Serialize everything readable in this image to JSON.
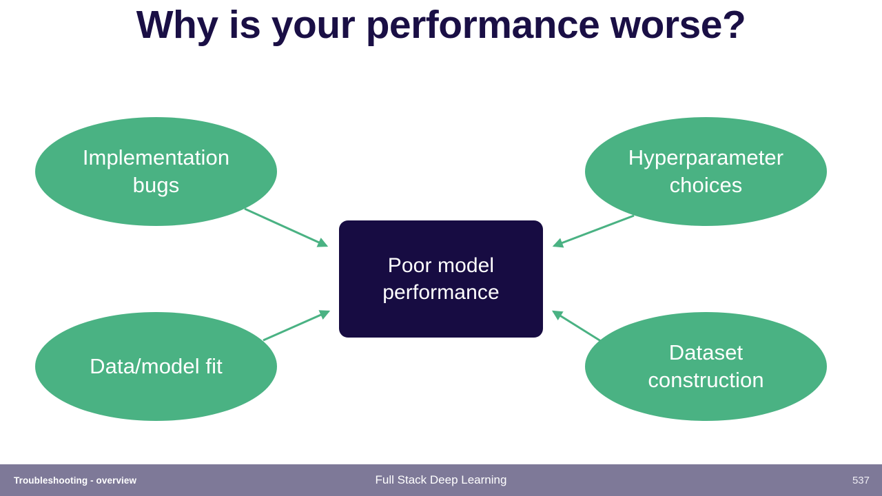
{
  "slide": {
    "title": "Why is your performance worse?",
    "title_color": "#1a0f45",
    "background_color": "#ffffff"
  },
  "diagram": {
    "type": "concept-map",
    "center": {
      "id": "poor-model-performance",
      "label": "Poor model\nperformance",
      "line1": "Poor model",
      "line2": "performance",
      "shape": "rounded-rectangle",
      "fill": "#170c42",
      "text_color": "#ffffff"
    },
    "causes": [
      {
        "id": "implementation-bugs",
        "label": "Implementation\nbugs",
        "line1": "Implementation",
        "line2": "bugs",
        "shape": "ellipse",
        "fill": "#4ab283",
        "text_color": "#ffffff",
        "position": "top-left"
      },
      {
        "id": "hyperparameter-choices",
        "label": "Hyperparameter\nchoices",
        "line1": "Hyperparameter",
        "line2": "choices",
        "shape": "ellipse",
        "fill": "#4ab283",
        "text_color": "#ffffff",
        "position": "top-right"
      },
      {
        "id": "data-model-fit",
        "label": "Data/model fit",
        "line1": "Data/model fit",
        "line2": "",
        "shape": "ellipse",
        "fill": "#4ab283",
        "text_color": "#ffffff",
        "position": "bottom-left"
      },
      {
        "id": "dataset-construction",
        "label": "Dataset\nconstruction",
        "line1": "Dataset",
        "line2": "construction",
        "shape": "ellipse",
        "fill": "#4ab283",
        "text_color": "#ffffff",
        "position": "bottom-right"
      }
    ],
    "arrow_color": "#4ab283",
    "arrows": [
      {
        "from": "implementation-bugs",
        "to": "poor-model-performance"
      },
      {
        "from": "hyperparameter-choices",
        "to": "poor-model-performance"
      },
      {
        "from": "data-model-fit",
        "to": "poor-model-performance"
      },
      {
        "from": "dataset-construction",
        "to": "poor-model-performance"
      }
    ]
  },
  "footer": {
    "section": "Troubleshooting - overview",
    "course": "Full Stack Deep Learning",
    "page_number": "537",
    "background_color": "#7e7998",
    "text_color": "#ffffff"
  }
}
